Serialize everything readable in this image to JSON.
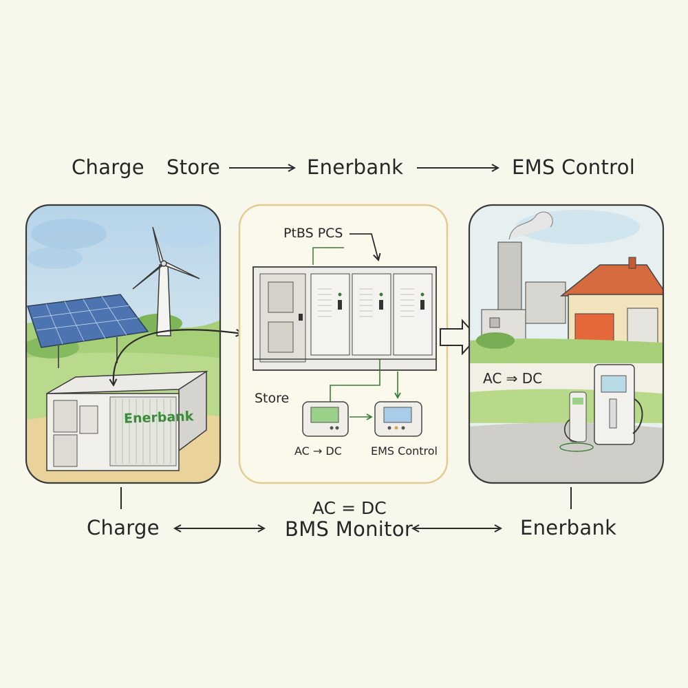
{
  "top_row": {
    "charge": "Charge",
    "store": "Store",
    "enerbank": "Enerbank",
    "ems_control": "EMS Control"
  },
  "left_panel": {
    "container_label": "Enerbank"
  },
  "center_panel": {
    "pcs_label": "PtBS PCS",
    "store_label": "Store",
    "left_device_label": "AC → DC",
    "right_device_label": "EMS Control"
  },
  "right_panel": {
    "conversion_label": "AC ⇒ DC"
  },
  "bottom_row": {
    "charge": "Charge",
    "center_top": "AC = DC",
    "center_bottom": "BMS Monitor",
    "enerbank": "Enerbank"
  },
  "colors": {
    "background": "#f8f7ec",
    "sky": "#bcd9ec",
    "grass": "#9cc76a",
    "solar_panel": "#4c74b0",
    "container_text": "#3c8a3a",
    "center_frame": "#e2cc92",
    "roof": "#d56a3e",
    "garage_door": "#e4683a",
    "ink": "#262626"
  }
}
